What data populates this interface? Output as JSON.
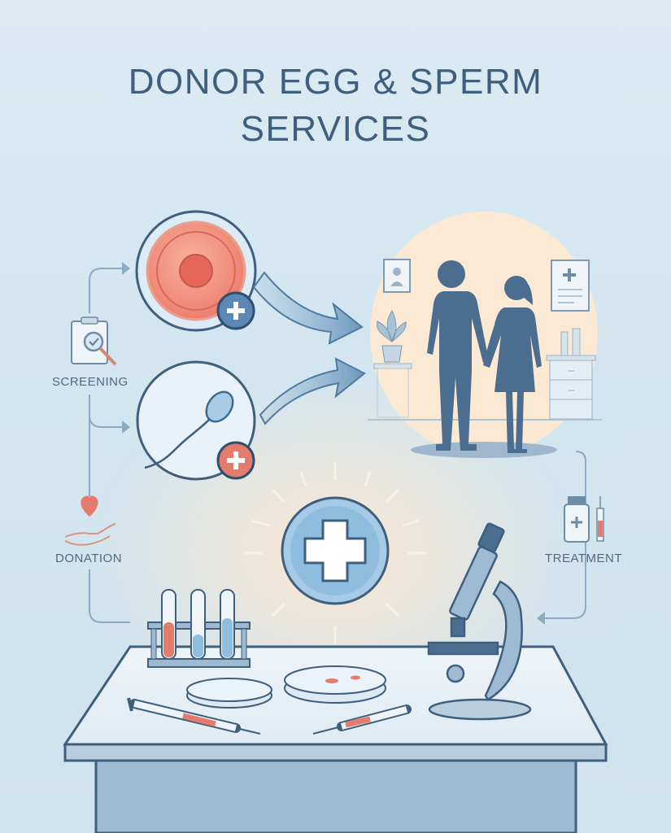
{
  "title": {
    "line1": "DONOR EGG & SPERM",
    "line2": "SERVICES"
  },
  "labels": {
    "screening": "SCREENING",
    "donation": "DONATION",
    "treatment": "TREATMENT"
  },
  "colors": {
    "primary": "#3f5f7e",
    "accent": "#e46a5c",
    "glow": "#fbe6cf",
    "background": "#d6e8f1"
  }
}
